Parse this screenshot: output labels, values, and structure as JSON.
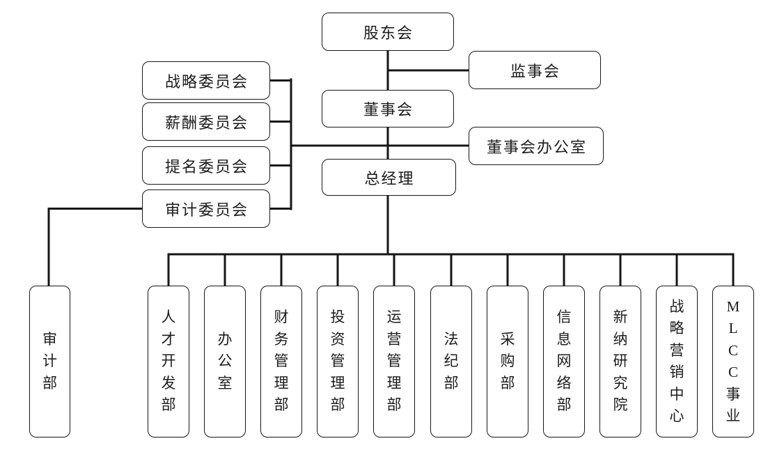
{
  "diagram_type": "organizational-chart",
  "colors": {
    "background": "#ffffff",
    "line": "#161616",
    "box_border": "#161616",
    "box_fill": "#ffffff",
    "text": "#1c1c1c"
  },
  "nodes": {
    "shareholders": {
      "label": "股东会"
    },
    "supervisory_board": {
      "label": "监事会"
    },
    "board_of_directors": {
      "label": "董事会"
    },
    "board_office": {
      "label": "董事会办公室"
    },
    "general_manager": {
      "label": "总经理"
    },
    "strategy_committee": {
      "label": "战略委员会"
    },
    "compensation_committee": {
      "label": "薪酬委员会"
    },
    "nomination_committee": {
      "label": "提名委员会"
    },
    "audit_committee": {
      "label": "审计委员会"
    },
    "audit_dept": {
      "label": "审计部"
    },
    "talent_dev_dept": {
      "label": "人才开发部"
    },
    "office": {
      "label": "办公室"
    },
    "finance_mgmt_dept": {
      "label": "财务管理部"
    },
    "investment_mgmt_dept": {
      "label": "投资管理部"
    },
    "operations_mgmt_dept": {
      "label": "运营管理部"
    },
    "law_discipline_dept": {
      "label": "法纪部"
    },
    "procurement_dept": {
      "label": "采购部"
    },
    "info_network_dept": {
      "label": "信息网络部"
    },
    "xinna_research_institute": {
      "label": "新纳研究院"
    },
    "strategic_marketing_center": {
      "label": "战略营销中心"
    },
    "mlcc_division": {
      "label": "MLCC事业"
    }
  },
  "edges": [
    [
      "shareholders",
      "board_of_directors"
    ],
    [
      "shareholders",
      "supervisory_board"
    ],
    [
      "board_of_directors",
      "strategy_committee"
    ],
    [
      "board_of_directors",
      "compensation_committee"
    ],
    [
      "board_of_directors",
      "nomination_committee"
    ],
    [
      "board_of_directors",
      "audit_committee"
    ],
    [
      "board_of_directors",
      "board_office"
    ],
    [
      "board_of_directors",
      "general_manager"
    ],
    [
      "audit_committee",
      "audit_dept"
    ],
    [
      "general_manager",
      "talent_dev_dept"
    ],
    [
      "general_manager",
      "office"
    ],
    [
      "general_manager",
      "finance_mgmt_dept"
    ],
    [
      "general_manager",
      "investment_mgmt_dept"
    ],
    [
      "general_manager",
      "operations_mgmt_dept"
    ],
    [
      "general_manager",
      "law_discipline_dept"
    ],
    [
      "general_manager",
      "procurement_dept"
    ],
    [
      "general_manager",
      "info_network_dept"
    ],
    [
      "general_manager",
      "xinna_research_institute"
    ],
    [
      "general_manager",
      "strategic_marketing_center"
    ],
    [
      "general_manager",
      "mlcc_division"
    ]
  ]
}
